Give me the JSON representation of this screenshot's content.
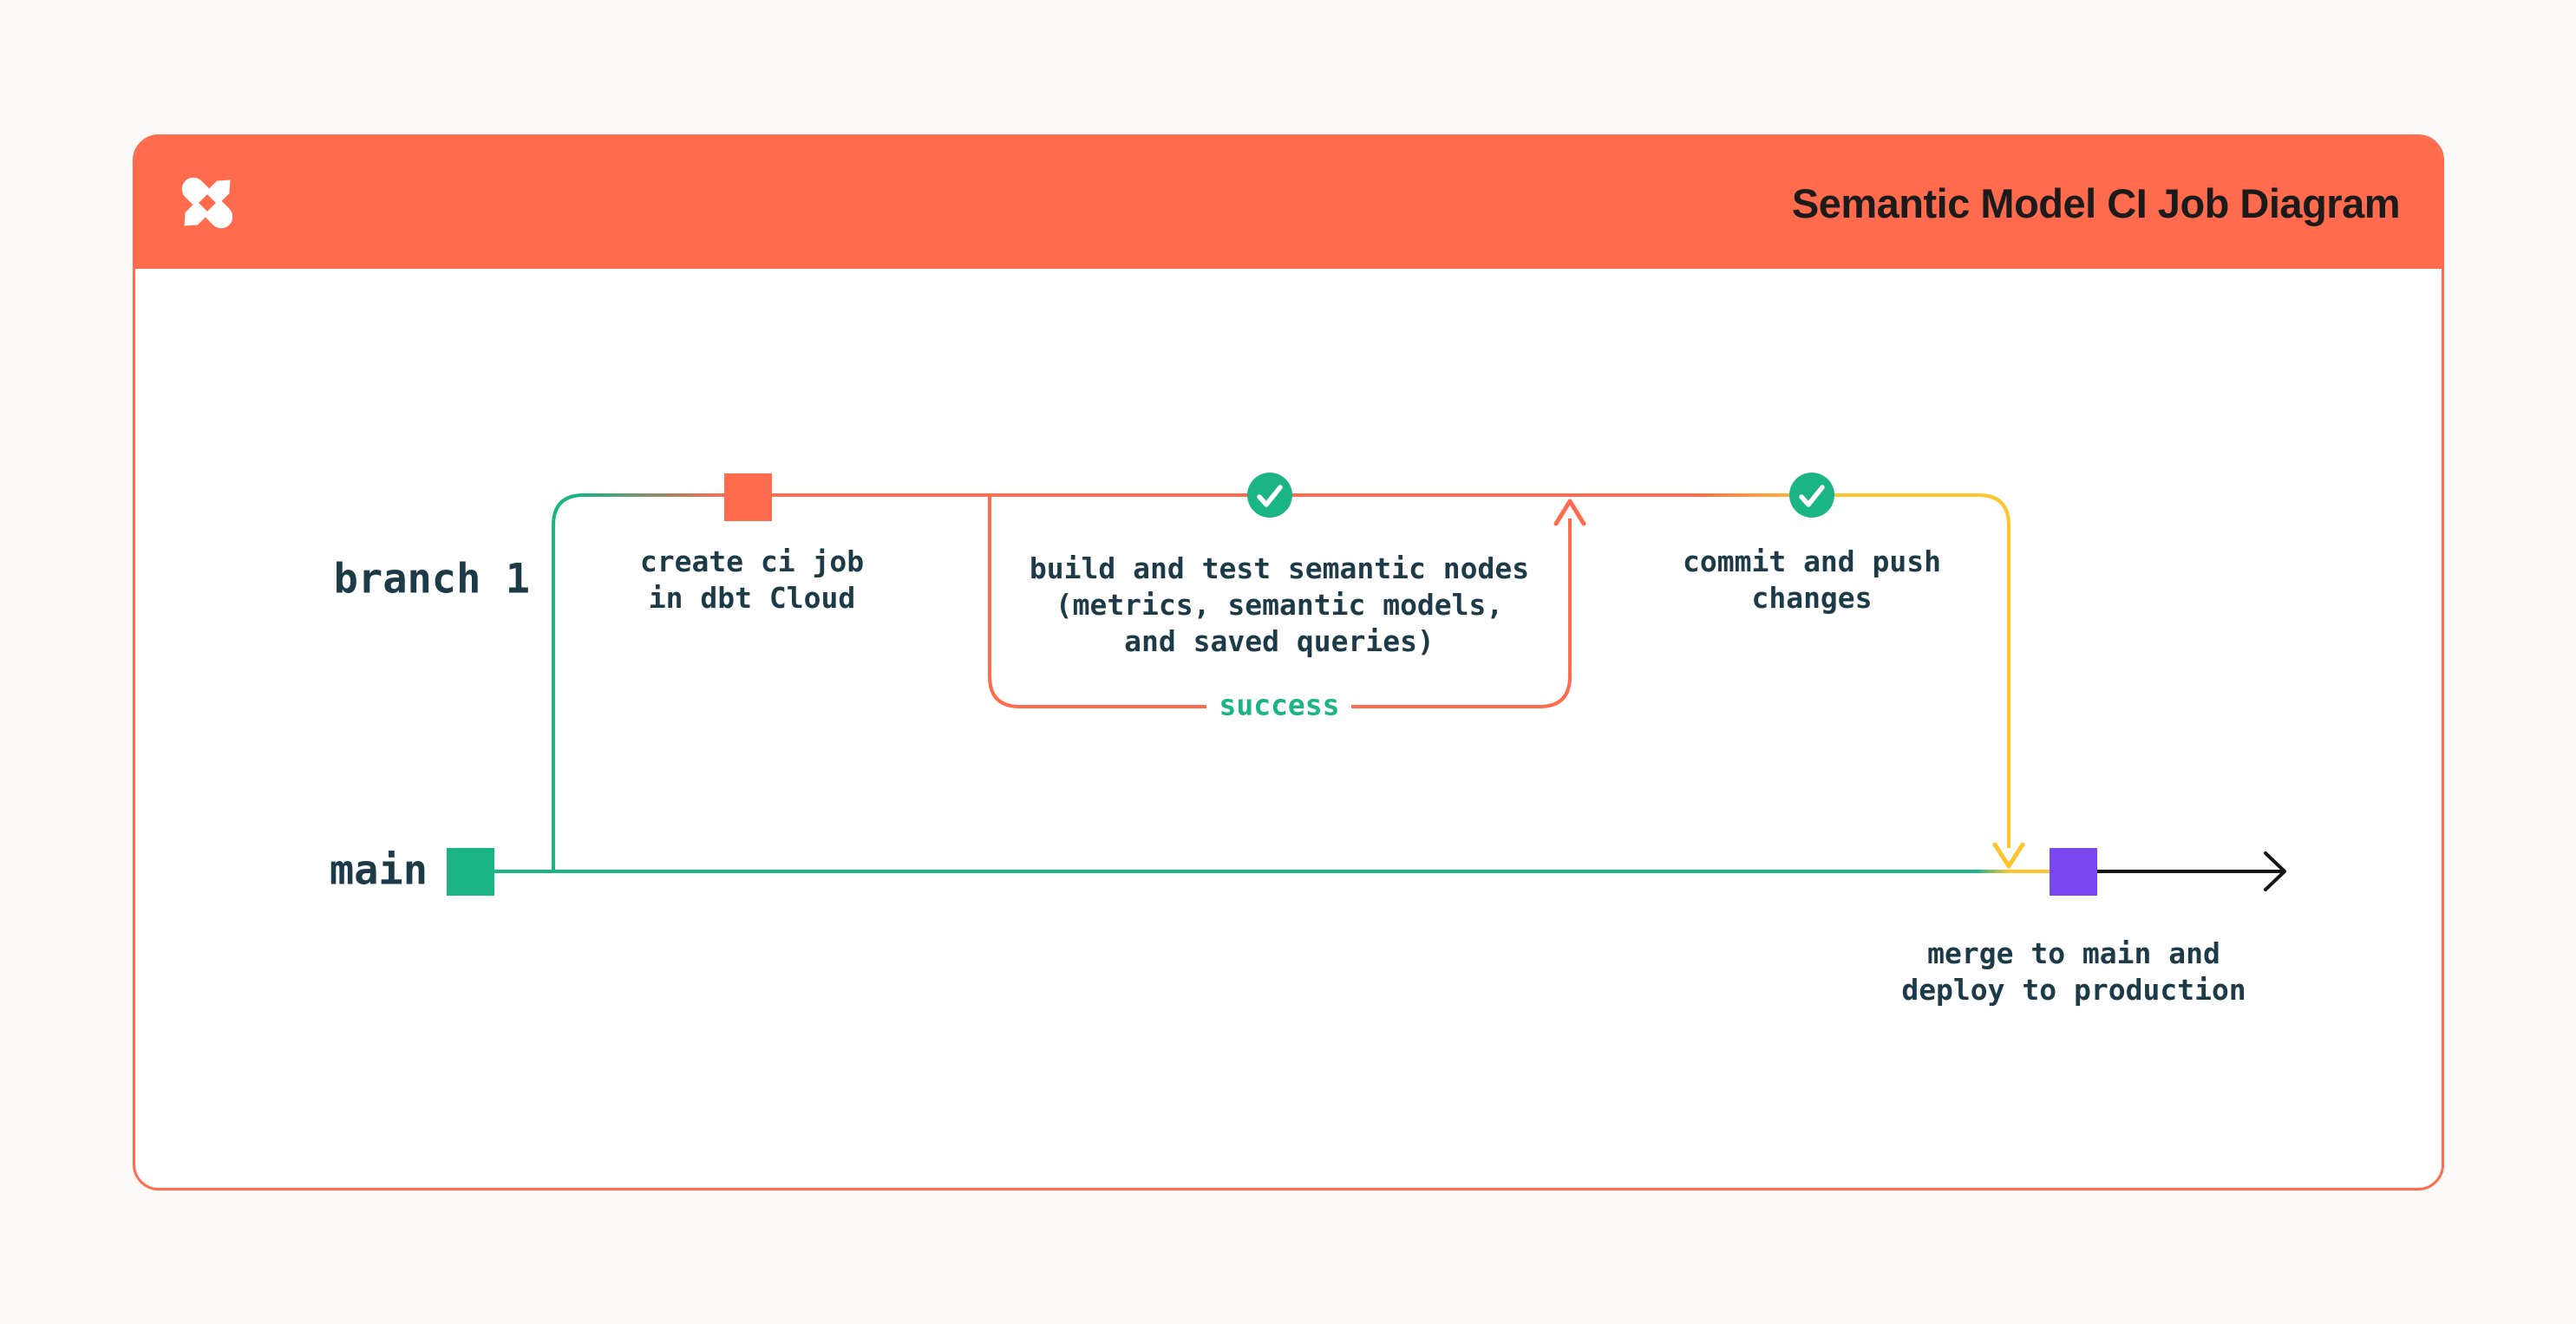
{
  "header": {
    "title": "Semantic Model CI Job Diagram",
    "logo": "dbt-logo"
  },
  "colors": {
    "orange": "#FF6B4C",
    "green": "#1AB485",
    "yellow": "#FEC52E",
    "purple": "#7A46F0",
    "ink": "#1D3A48",
    "title_ink": "#1B1B1B",
    "black": "#151515",
    "page_bg": "#FBFAF8"
  },
  "diagram": {
    "branch_labels": {
      "branch1": "branch 1",
      "main": "main"
    },
    "nodes": [
      {
        "id": "create-ci-job",
        "label": "create ci job\nin dbt Cloud",
        "marker": "orange-square"
      },
      {
        "id": "build-test",
        "label": "build and test semantic nodes\n(metrics, semantic models,\nand saved queries)",
        "marker": "green-check"
      },
      {
        "id": "commit-push",
        "label": "commit and push\nchanges",
        "marker": "green-check"
      },
      {
        "id": "merge-deploy",
        "label": "merge to main and\ndeploy to production",
        "marker": "purple-square"
      }
    ],
    "loop_label": "success"
  }
}
